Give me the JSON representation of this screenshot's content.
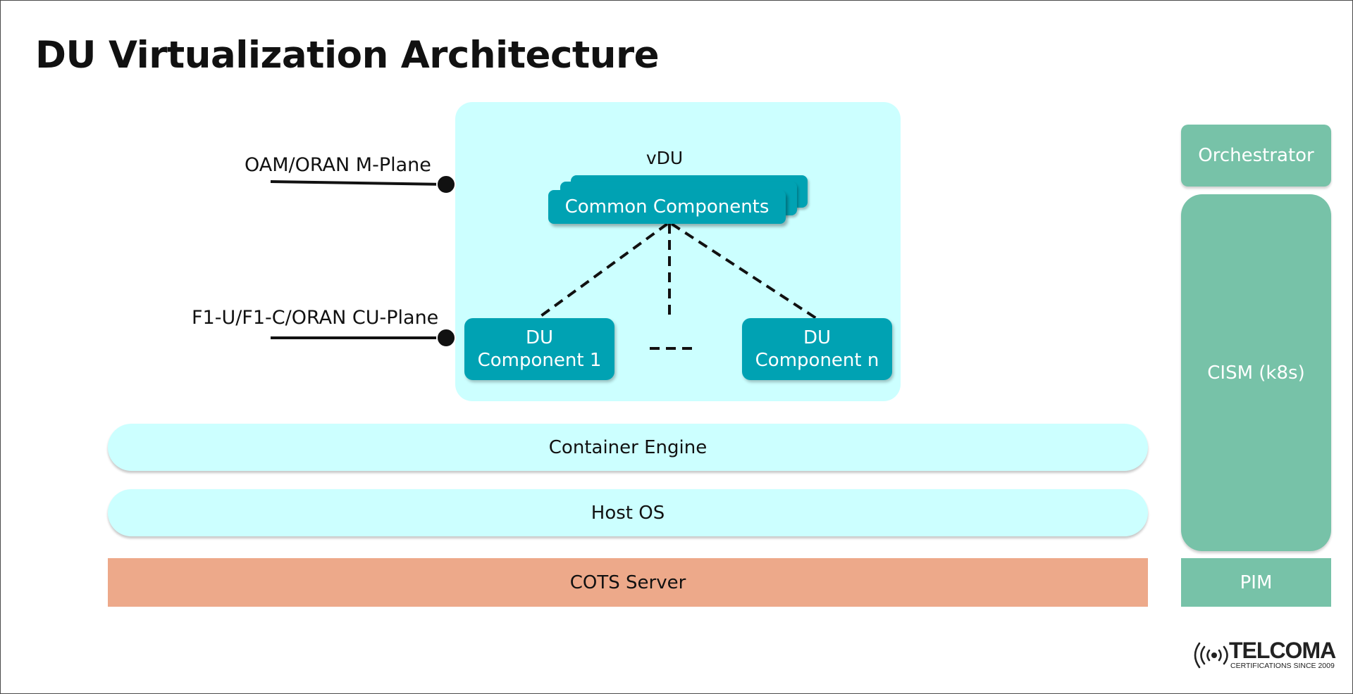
{
  "title": "DU Virtualization Architecture",
  "vdu": {
    "label": "vDU",
    "common_components": "Common Components",
    "du_component_1": "DU\nComponent 1",
    "du_component_n": "DU\nComponent n"
  },
  "interfaces": {
    "management": "OAM/ORAN M-Plane",
    "fronthaul": "F1-U/F1-C/ORAN CU-Plane"
  },
  "layers": {
    "container_engine": "Container Engine",
    "host_os": "Host OS",
    "cots_server": "COTS Server"
  },
  "management_stack": {
    "orchestrator": "Orchestrator",
    "cism": "CISM (k8s)",
    "pim": "PIM"
  },
  "logo": {
    "name": "TELCOMA",
    "tagline": "CERTIFICATIONS SINCE 2009"
  },
  "colors": {
    "vdu_background": "#ccffff",
    "component_teal": "#00a2b3",
    "management_green": "#77c2a8",
    "cots_orange": "#eda98a"
  }
}
